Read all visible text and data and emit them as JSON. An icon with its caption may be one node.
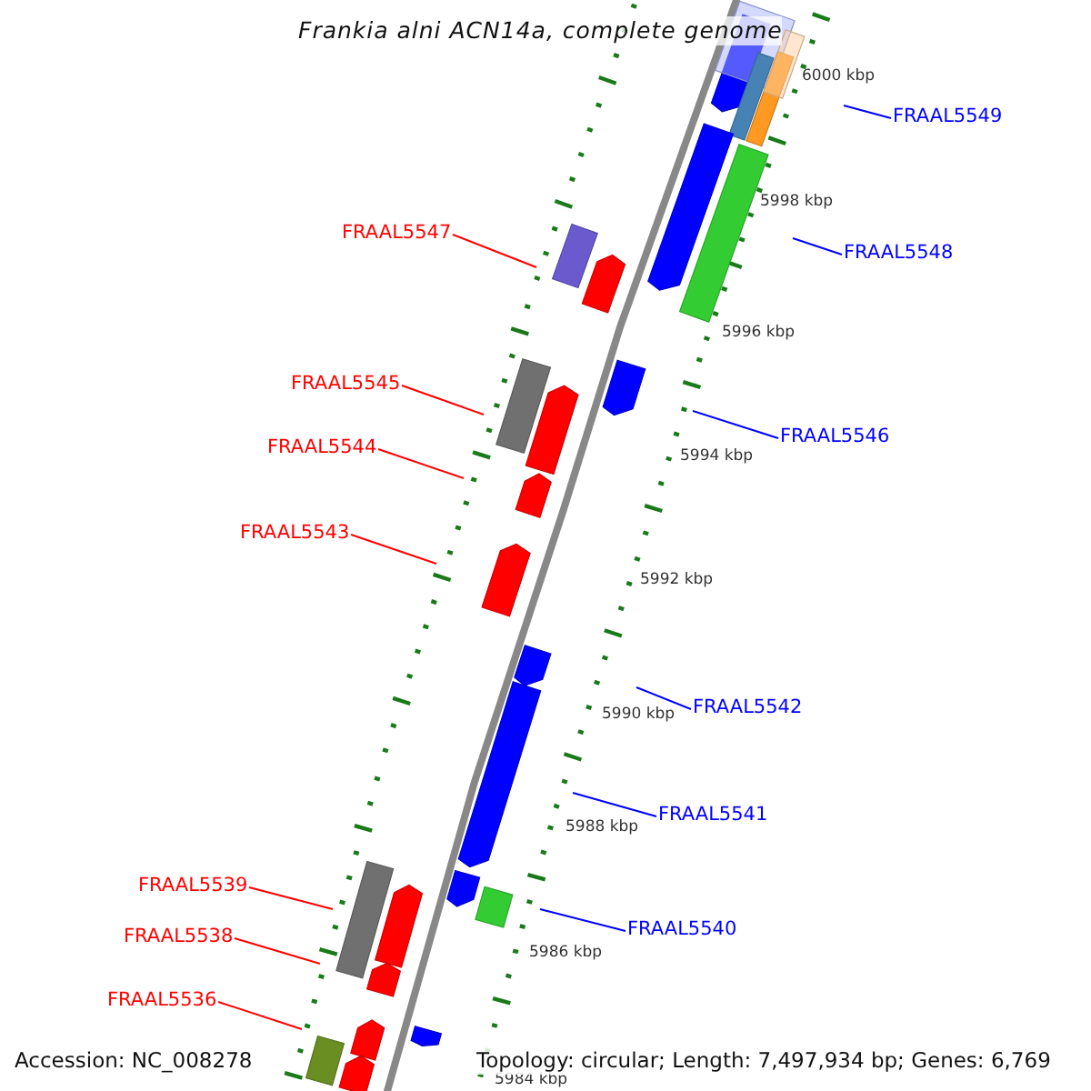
{
  "diagram": {
    "title": "Frankia alni ACN14a, complete genome",
    "nodes": [
      {
        "text": [
          "FRAAL5549"
        ]
      },
      {
        "text": [
          "FRAAL5547"
        ]
      },
      {
        "text": [
          "FRAAL5548"
        ]
      },
      {
        "text": [
          "FRAAL5545"
        ]
      },
      {
        "text": [
          "FRAAL5546"
        ]
      },
      {
        "text": [
          "FRAAL5544"
        ]
      },
      {
        "text": [
          "FRAAL5543"
        ]
      },
      {
        "text": [
          "FRAAL5542"
        ]
      },
      {
        "text": [
          "FRAAL5541"
        ]
      },
      {
        "text": [
          "FRAAL5539"
        ]
      },
      {
        "text": [
          "FRAAL5540"
        ]
      },
      {
        "text": [
          "FRAAL5538"
        ]
      },
      {
        "text": [
          "FRAAL5536"
        ]
      }
    ],
    "edges": [
      {
        "from": 0,
        "to": null,
        "arrow": "none",
        "color": "#0000ff"
      },
      {
        "from": 1,
        "to": null,
        "arrow": "none"
      },
      {
        "from": 2,
        "to": null,
        "arrow": "none",
        "color": "#0000ff"
      },
      {
        "from": 3,
        "to": null,
        "arrow": "none"
      },
      {
        "from": 4,
        "to": null,
        "arrow": "none",
        "color": "#0000ff"
      },
      {
        "from": 5,
        "to": null,
        "arrow": "none"
      },
      {
        "from": 6,
        "to": null,
        "arrow": "none"
      },
      {
        "from": 7,
        "to": null,
        "arrow": "none",
        "color": "#0000ff"
      },
      {
        "from": 8,
        "to": null,
        "arrow": "none",
        "color": "#0000ff"
      },
      {
        "from": 9,
        "to": null,
        "arrow": "none"
      },
      {
        "from": 10,
        "to": null,
        "arrow": "none",
        "color": "#0000ff"
      },
      {
        "from": 11,
        "to": null,
        "arrow": "none"
      },
      {
        "from": 12,
        "to": null,
        "arrow": "none"
      }
    ],
    "labels": [
      "6000 kbp",
      "5998 kbp",
      "5996 kbp",
      "5994 kbp",
      "5992 kbp",
      "5990 kbp",
      "5988 kbp",
      "5986 kbp",
      "5984 kbp",
      "Accession: NC_008278",
      "Topology: circular; Length: 7,497,934 bp; Genes: 6,769"
    ]
  }
}
